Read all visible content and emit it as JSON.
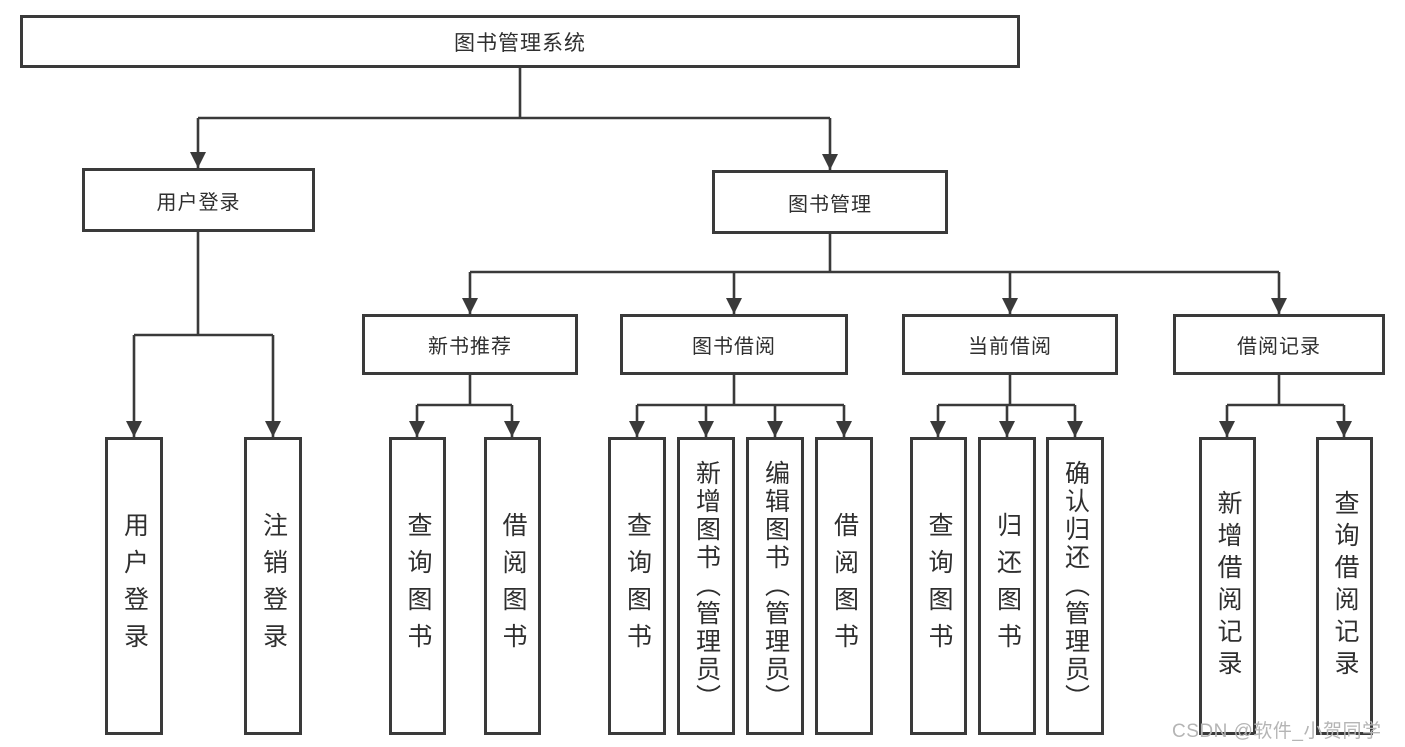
{
  "diagram": {
    "root": {
      "label": "图书管理系统"
    },
    "level2": [
      {
        "label": "用户登录"
      },
      {
        "label": "图书管理"
      }
    ],
    "level3": [
      {
        "label": "新书推荐"
      },
      {
        "label": "图书借阅"
      },
      {
        "label": "当前借阅"
      },
      {
        "label": "借阅记录"
      }
    ],
    "leaves": [
      {
        "label": "用户登录",
        "parent": "用户登录"
      },
      {
        "label": "注销登录",
        "parent": "用户登录"
      },
      {
        "label": "查询图书",
        "parent": "新书推荐"
      },
      {
        "label": "借阅图书",
        "parent": "新书推荐"
      },
      {
        "label": "查询图书",
        "parent": "图书借阅"
      },
      {
        "label": "新增图书（管理员）",
        "parent": "图书借阅"
      },
      {
        "label": "编辑图书（管理员）",
        "parent": "图书借阅"
      },
      {
        "label": "借阅图书",
        "parent": "图书借阅"
      },
      {
        "label": "查询图书",
        "parent": "当前借阅"
      },
      {
        "label": "归还图书",
        "parent": "当前借阅"
      },
      {
        "label": "确认归还（管理员）",
        "parent": "当前借阅"
      },
      {
        "label": "新增借阅记录",
        "parent": "借阅记录"
      },
      {
        "label": "查询借阅记录",
        "parent": "借阅记录"
      }
    ]
  },
  "watermark": {
    "text": "CSDN @软件_小贺同学"
  },
  "colors": {
    "border": "#3a3a3a",
    "text": "#2f2f2f",
    "watermark": "#b5b5b5",
    "bg": "#ffffff"
  }
}
